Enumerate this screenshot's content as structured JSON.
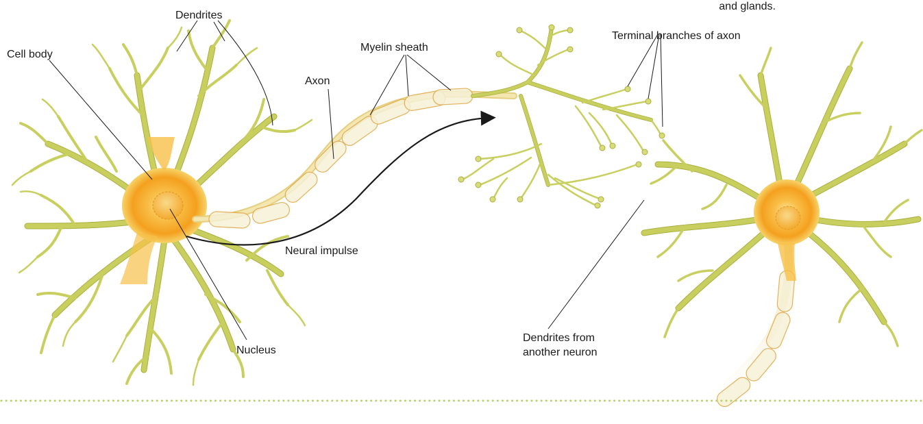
{
  "labels": {
    "dendrites": "Dendrites",
    "cell_body": "Cell body",
    "myelin_sheath": "Myelin sheath",
    "axon": "Axon",
    "terminal_branches": "Terminal branches of axon",
    "neural_impulse": "Neural impulse",
    "nucleus": "Nucleus",
    "dendrites_other_line1": "Dendrites from",
    "dendrites_other_line2": "another neuron",
    "cropped_caption": "and glands."
  },
  "colors": {
    "dendrite": "#c9cf5e",
    "soma_core": "#f5a623",
    "soma_edge": "#f7d36a",
    "myelin_outline": "#e0a440",
    "dotted_rule": "#b6d36b"
  }
}
